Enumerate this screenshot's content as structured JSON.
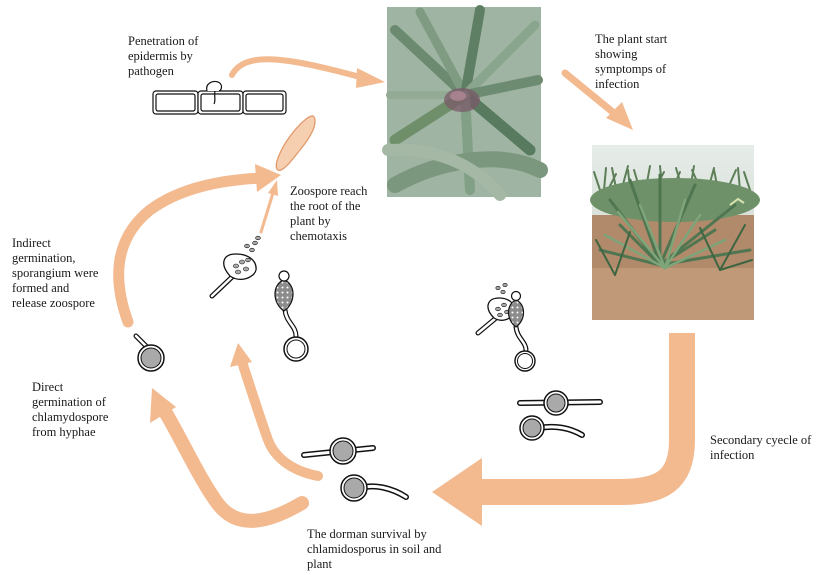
{
  "labels": {
    "penetration": "Penetration of\nepidermis by\npathogen",
    "symptoms": "The plant start\nshowing\nsymptomps of\ninfection",
    "zoospore": "Zoospore reach\nthe root of the\nplant by\nchemotaxis",
    "indirect": "Indirect\ngermination,\nsporangium were\nformed and\nrelease zoospore",
    "direct": "Direct\ngermination of\nchlamydospore\nfrom hyphae",
    "secondary": "Secondary cyecle of\ninfection",
    "dorman": "The dorman survival by\nchlamidosporus in soil and\nplant"
  },
  "colors": {
    "arrow": "#f3b98f",
    "spore_fill": "#a9a9a9",
    "stroke": "#111111",
    "soil": "#b08a6b",
    "leaf": "#6f8f6a"
  }
}
